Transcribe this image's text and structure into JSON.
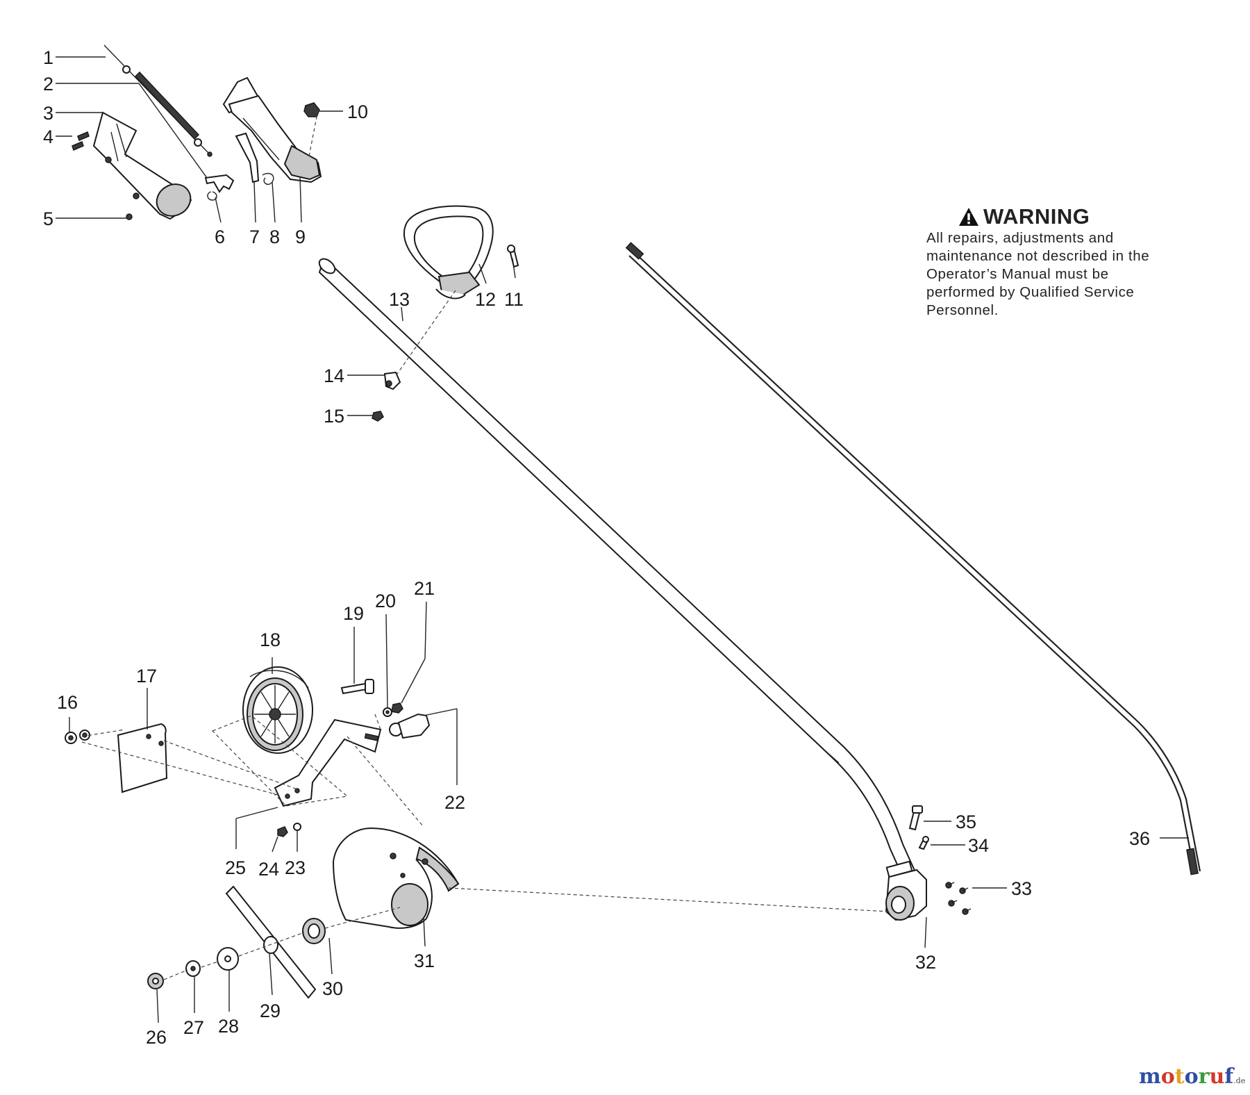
{
  "warning": {
    "title": "WARNING",
    "text": "All repairs, adjustments and maintenance not described in the Operator’s Manual must be performed by Qualified Service Personnel."
  },
  "watermark": {
    "text": "motoruf",
    "domain": ".de",
    "colors": [
      "#2e4fa3",
      "#d23a2a",
      "#e7a21a",
      "#2e4fa3",
      "#3c9a3c",
      "#d23a2a",
      "#2e4fa3"
    ]
  },
  "callouts": [
    "1",
    "2",
    "3",
    "4",
    "5",
    "6",
    "7",
    "8",
    "9",
    "10",
    "11",
    "12",
    "13",
    "14",
    "15",
    "16",
    "17",
    "18",
    "19",
    "20",
    "21",
    "22",
    "23",
    "24",
    "25",
    "26",
    "27",
    "28",
    "29",
    "30",
    "31",
    "32",
    "33",
    "34",
    "35",
    "36"
  ]
}
